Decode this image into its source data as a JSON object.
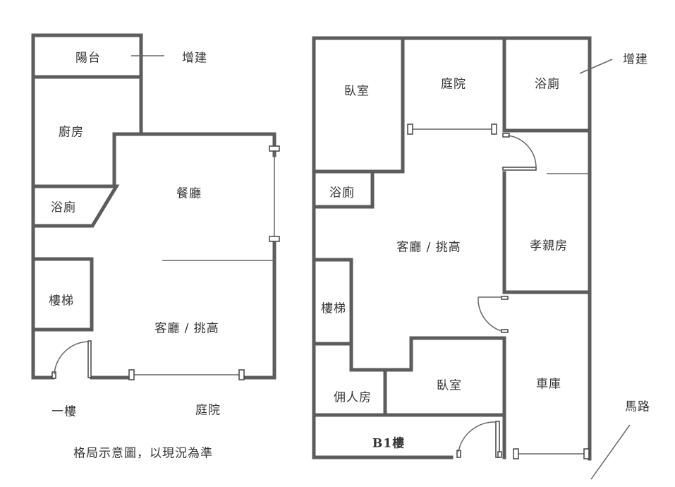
{
  "floor1": {
    "title": "一樓",
    "rooms": {
      "balcony": "陽台",
      "extension": "增建",
      "kitchen": "廚房",
      "bathroom": "浴廁",
      "dining": "餐廳",
      "stairs": "樓梯",
      "living": "客廳 / 挑高",
      "courtyard": "庭院"
    },
    "note": "格局示意圖，以現況為準"
  },
  "basement": {
    "title": "B1樓",
    "rooms": {
      "bedroom1": "臥室",
      "courtyard": "庭院",
      "bathroom1": "浴廁",
      "extension": "增建",
      "bathroom2": "浴廁",
      "living": "客廳 / 挑高",
      "parents_room": "孝親房",
      "stairs": "樓梯",
      "maid_room": "佣人房",
      "bedroom2": "臥室",
      "garage": "車庫",
      "road": "馬路"
    }
  },
  "colors": {
    "wall": "#5c5c5c",
    "text": "#333333"
  }
}
